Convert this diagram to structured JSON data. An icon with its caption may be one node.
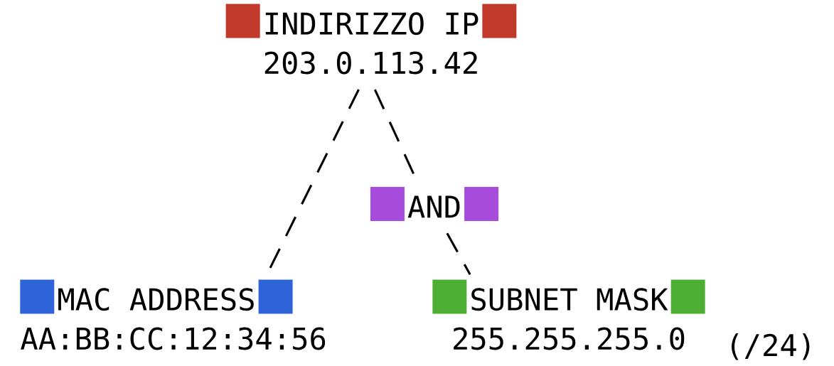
{
  "diagram": {
    "nodes": [
      {
        "text": [
          "INDIRIZZO IP",
          "203.0.113.42"
        ]
      },
      {
        "text": [
          "AND"
        ]
      },
      {
        "text": [
          "MAC ADDRESS",
          "AA:BB:CC:12:34:56"
        ]
      },
      {
        "text": [
          "SUBNET MASK",
          "255.255.255.0"
        ],
        "beside": [
          "(/24)"
        ]
      }
    ],
    "edges": [
      {
        "from": 0,
        "to": 2,
        "arrow": "none",
        "style": "dashed"
      },
      {
        "from": 0,
        "to": 1,
        "arrow": "none",
        "style": "dashed"
      },
      {
        "from": 1,
        "to": 3,
        "arrow": "none",
        "style": "dashed"
      }
    ]
  }
}
